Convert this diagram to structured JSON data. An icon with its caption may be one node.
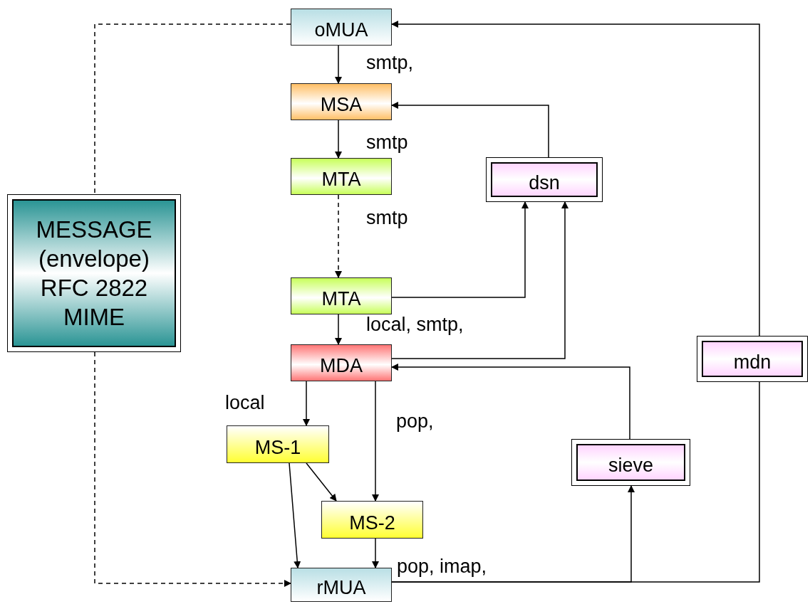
{
  "diagram": {
    "nodes": [
      {
        "text": [
          "oMUA"
        ]
      },
      {
        "text": [
          "MSA"
        ]
      },
      {
        "text": [
          "MTA"
        ]
      },
      {
        "text": [
          "dsn"
        ]
      },
      {
        "text": [
          "MESSAGE (envelope) RFC 2822 MIME"
        ]
      },
      {
        "text": [
          "MTA"
        ]
      },
      {
        "text": [
          "MDA"
        ]
      },
      {
        "text": [
          "MS-1"
        ]
      },
      {
        "text": [
          "mdn"
        ]
      },
      {
        "text": [
          "sieve"
        ]
      },
      {
        "text": [
          "MS-2"
        ]
      },
      {
        "text": [
          "rMUA"
        ]
      }
    ],
    "edges": [
      {
        "from": 0,
        "to": 1,
        "arrow": "to",
        "label": "smtp,"
      },
      {
        "from": 1,
        "to": 2,
        "arrow": "to",
        "label": "smtp"
      },
      {
        "from": 2,
        "to": 5,
        "arrow": "to",
        "label": "smtp",
        "style": "dashed"
      },
      {
        "from": 5,
        "to": 6,
        "arrow": "to",
        "label": "local, smtp,"
      },
      {
        "from": 5,
        "to": 3,
        "arrow": "to"
      },
      {
        "from": 6,
        "to": 3,
        "arrow": "to"
      },
      {
        "from": 3,
        "to": 1,
        "arrow": "to"
      },
      {
        "from": 6,
        "to": 7,
        "arrow": "to",
        "label": "local"
      },
      {
        "from": 6,
        "to": 10,
        "arrow": "to",
        "label": "pop,"
      },
      {
        "from": 7,
        "to": 10,
        "arrow": "to"
      },
      {
        "from": 7,
        "to": 11,
        "arrow": "to"
      },
      {
        "from": 10,
        "to": 11,
        "arrow": "to"
      },
      {
        "from": 11,
        "to": 9,
        "arrow": "to",
        "label": "pop, imap,"
      },
      {
        "from": 11,
        "to": 8,
        "arrow": "none"
      },
      {
        "from": 8,
        "to": 0,
        "arrow": "to"
      },
      {
        "from": 9,
        "to": 6,
        "arrow": "to"
      },
      {
        "from": 0,
        "to": 4,
        "arrow": "none",
        "style": "dashed"
      },
      {
        "from": 4,
        "to": 11,
        "arrow": "to",
        "style": "dashed"
      }
    ]
  }
}
